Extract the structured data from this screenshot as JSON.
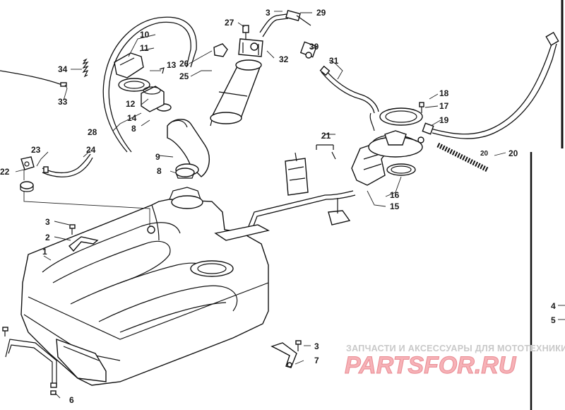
{
  "callouts": {
    "c1": "1",
    "c2": "2",
    "c3a": "3",
    "c3b": "3",
    "c3c": "3",
    "c4": "4",
    "c5": "5",
    "c6": "6",
    "c7": "7",
    "c8a": "8",
    "c8b": "8",
    "c9": "9",
    "c10": "10",
    "c11": "11",
    "c12": "12",
    "c13": "13",
    "c14": "14",
    "c15": "15",
    "c16": "16",
    "c17": "17",
    "c18": "18",
    "c19": "19",
    "c20a": "20",
    "c20b": "20",
    "c21": "21",
    "c22": "22",
    "c23": "23",
    "c24": "24",
    "c25": "25",
    "c26": "26",
    "c27": "27",
    "c28": "28",
    "c29": "29",
    "c30": "30",
    "c31": "31",
    "c32": "32",
    "c33": "33",
    "c34": "34"
  },
  "watermark": {
    "tagline": "ЗАПЧАСТИ И АКСЕССУАРЫ ДЛЯ МОТОТЕХНИКИ",
    "logo": "PARTSFOR.RU"
  }
}
